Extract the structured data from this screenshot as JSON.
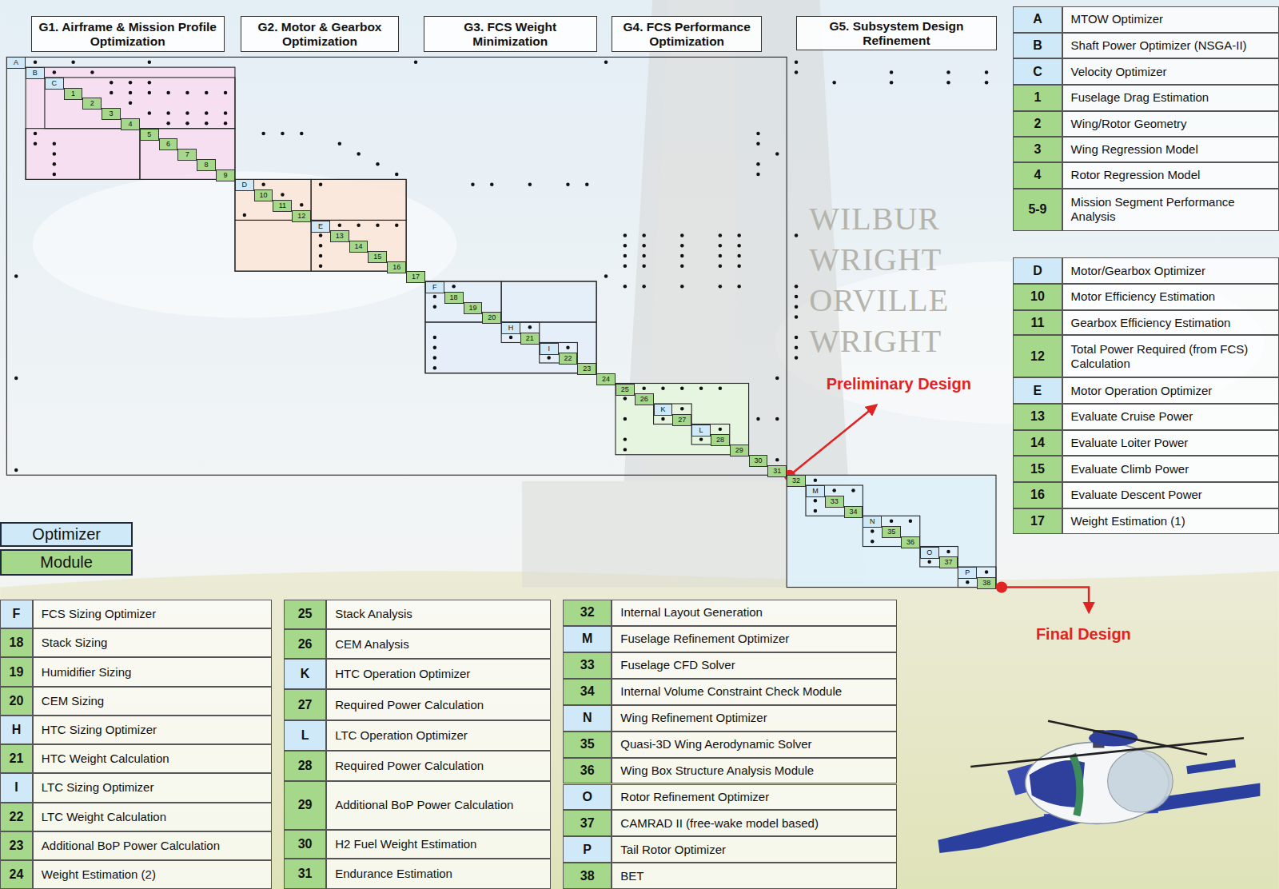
{
  "diagram": {
    "nodes": [
      {
        "text": [
          "G1. Airframe & Mission Profile Optimization"
        ]
      },
      {
        "text": [
          "G2. Motor & Gearbox Optimization"
        ]
      },
      {
        "text": [
          "G3. FCS Weight Minimization"
        ]
      },
      {
        "text": [
          "G4. FCS Performance Optimization"
        ]
      },
      {
        "text": [
          "G5. Subsystem Design Refinement"
        ]
      },
      {
        "text": [
          "A"
        ]
      },
      {
        "text": [
          "B"
        ]
      },
      {
        "text": [
          "C"
        ]
      },
      {
        "text": [
          "1"
        ]
      },
      {
        "text": [
          "2"
        ]
      },
      {
        "text": [
          "3"
        ]
      },
      {
        "text": [
          "4"
        ]
      },
      {
        "text": [
          "5"
        ]
      },
      {
        "text": [
          "6"
        ]
      },
      {
        "text": [
          "7"
        ]
      },
      {
        "text": [
          "8"
        ]
      },
      {
        "text": [
          "9"
        ]
      },
      {
        "text": [
          "D"
        ]
      },
      {
        "text": [
          "10"
        ]
      },
      {
        "text": [
          "11"
        ]
      },
      {
        "text": [
          "12"
        ]
      },
      {
        "text": [
          "E"
        ]
      },
      {
        "text": [
          "13"
        ]
      },
      {
        "text": [
          "14"
        ]
      },
      {
        "text": [
          "15"
        ]
      },
      {
        "text": [
          "16"
        ]
      },
      {
        "text": [
          "17"
        ]
      },
      {
        "text": [
          "F"
        ]
      },
      {
        "text": [
          "18"
        ]
      },
      {
        "text": [
          "19"
        ]
      },
      {
        "text": [
          "20"
        ]
      },
      {
        "text": [
          "H"
        ]
      },
      {
        "text": [
          "21"
        ]
      },
      {
        "text": [
          "I"
        ]
      },
      {
        "text": [
          "22"
        ]
      },
      {
        "text": [
          "23"
        ]
      },
      {
        "text": [
          "24"
        ]
      },
      {
        "text": [
          "25"
        ]
      },
      {
        "text": [
          "26"
        ]
      },
      {
        "text": [
          "K"
        ]
      },
      {
        "text": [
          "27"
        ]
      },
      {
        "text": [
          "L"
        ]
      },
      {
        "text": [
          "28"
        ]
      },
      {
        "text": [
          "29"
        ]
      },
      {
        "text": [
          "30"
        ]
      },
      {
        "text": [
          "31"
        ]
      },
      {
        "text": [
          "32"
        ]
      },
      {
        "text": [
          "M"
        ]
      },
      {
        "text": [
          "33"
        ]
      },
      {
        "text": [
          "34"
        ]
      },
      {
        "text": [
          "N"
        ]
      },
      {
        "text": [
          "35"
        ]
      },
      {
        "text": [
          "36"
        ]
      },
      {
        "text": [
          "O"
        ]
      },
      {
        "text": [
          "37"
        ]
      },
      {
        "text": [
          "P"
        ]
      },
      {
        "text": [
          "38"
        ]
      }
    ],
    "labels": [
      "A",
      "MTOW Optimizer",
      "B",
      "Shaft Power Optimizer (NSGA-II)",
      "C",
      "Velocity Optimizer",
      "1",
      "Fuselage Drag Estimation",
      "2",
      "Wing/Rotor Geometry",
      "3",
      "Wing Regression Model",
      "4",
      "Rotor Regression Model",
      "5-9",
      "Mission Segment Performance Analysis",
      "D",
      "Motor/Gearbox Optimizer",
      "10",
      "Motor Efficiency Estimation",
      "11",
      "Gearbox Efficiency Estimation",
      "12",
      "Total Power Required (from FCS) Calculation",
      "E",
      "Motor Operation Optimizer",
      "13",
      "Evaluate Cruise Power",
      "14",
      "Evaluate Loiter Power",
      "15",
      "Evaluate Climb Power",
      "16",
      "Evaluate Descent Power",
      "17",
      "Weight Estimation (1)",
      "F",
      "FCS Sizing Optimizer",
      "18",
      "Stack Sizing",
      "19",
      "Humidifier Sizing",
      "20",
      "CEM Sizing",
      "H",
      "HTC Sizing Optimizer",
      "21",
      "HTC Weight Calculation",
      "I",
      "LTC Sizing Optimizer",
      "22",
      "LTC Weight Calculation",
      "23",
      "Additional BoP Power Calculation",
      "24",
      "Weight Estimation (2)",
      "25",
      "Stack Analysis",
      "26",
      "CEM Analysis",
      "K",
      "HTC Operation Optimizer",
      "27",
      "Required Power Calculation",
      "L",
      "LTC Operation Optimizer",
      "28",
      "Required Power Calculation",
      "29",
      "Additional BoP Power Calculation",
      "30",
      "H2 Fuel Weight Estimation",
      "31",
      "Endurance Estimation",
      "32",
      "Internal Layout Generation",
      "M",
      "Fuselage Refinement Optimizer",
      "33",
      "Fuselage CFD Solver",
      "34",
      "Internal Volume Constraint Check Module",
      "N",
      "Wing Refinement Optimizer",
      "35",
      "Quasi-3D Wing Aerodynamic Solver",
      "36",
      "Wing Box Structure Analysis Module",
      "O",
      "Rotor Refinement Optimizer",
      "37",
      "CAMRAD II (free-wake model based)",
      "P",
      "Tail Rotor Optimizer",
      "38",
      "BET",
      "Preliminary Design",
      "Final Design",
      "WILBUR",
      "WRIGHT",
      "ORVILLE",
      "WRIGHT"
    ],
    "legend": [
      {
        "text": "Optimizer",
        "color": "#cfe9f8"
      },
      {
        "text": "Module",
        "color": "#a6d88b"
      }
    ]
  }
}
